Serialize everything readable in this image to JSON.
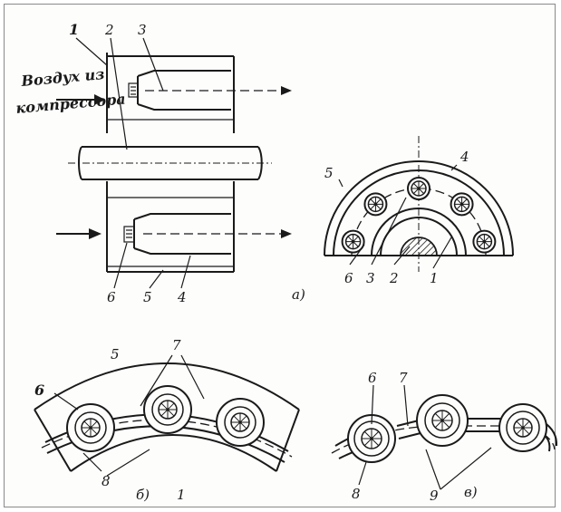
{
  "figure": {
    "air_text_line1": "Воздух из",
    "air_text_line2": "компрессора",
    "captions": {
      "a": "а)",
      "b": "б)",
      "v": "в)"
    },
    "labels": {
      "a_1": "1",
      "a_2": "2",
      "a_3": "3",
      "a_4": "4",
      "a_5": "5",
      "a_6": "6",
      "half_1": "1",
      "half_2": "2",
      "half_3": "3",
      "half_4": "4",
      "half_5": "5",
      "half_6": "6",
      "b_5": "5",
      "b_6": "6",
      "b_7": "7",
      "b_8": "8",
      "b_1": "1",
      "v_6": "6",
      "v_7": "7",
      "v_8": "8",
      "v_9": "9"
    }
  }
}
